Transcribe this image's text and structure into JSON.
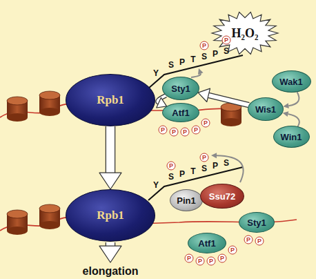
{
  "diagram": {
    "nodes": [
      {
        "text": [
          "H₂O₂"
        ]
      },
      {
        "text": [
          "Rpb1"
        ]
      },
      {
        "text": [
          "Sty1"
        ]
      },
      {
        "text": [
          "Atf1"
        ]
      },
      {
        "text": [
          "Wis1"
        ]
      },
      {
        "text": [
          "Wak1"
        ]
      },
      {
        "text": [
          "Win1"
        ]
      },
      {
        "text": [
          "Rpb1"
        ]
      },
      {
        "text": [
          "Pin1"
        ]
      },
      {
        "text": [
          "Ssu72"
        ]
      },
      {
        "text": [
          "Sty1"
        ]
      },
      {
        "text": [
          "Atf1"
        ]
      }
    ],
    "edges": [
      {
        "from": 4,
        "to": 2,
        "arrow": "to"
      },
      {
        "from": 2,
        "to": 3,
        "arrow": "to"
      },
      {
        "from": 5,
        "to": 4,
        "arrow": "to"
      },
      {
        "from": 6,
        "to": 4,
        "arrow": "to"
      },
      {
        "from": 1,
        "to": 7,
        "arrow": "to"
      }
    ],
    "labels": [
      "Y",
      "S",
      "P",
      "T",
      "S",
      "P",
      "S",
      "P",
      "P",
      "P",
      "P",
      "P",
      "P",
      "P",
      "Y",
      "S",
      "P",
      "T",
      "S",
      "P",
      "S",
      "P",
      "P",
      "P",
      "P",
      "P",
      "P",
      "P",
      "P",
      "P",
      "elongation"
    ]
  }
}
